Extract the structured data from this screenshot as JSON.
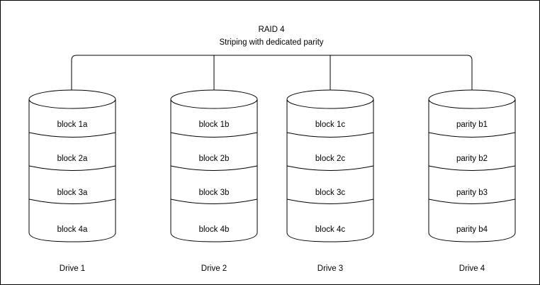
{
  "diagram": {
    "title_line1": "RAID 4",
    "title_line2": "Striping with dedicated parity",
    "border_color": "#000000",
    "stroke_color": "#000000",
    "background_color": "#ffffff",
    "drives": [
      {
        "label": "Drive 1",
        "blocks": [
          "block 1a",
          "block 2a",
          "block 3a",
          "block 4a"
        ]
      },
      {
        "label": "Drive 2",
        "blocks": [
          "block 1b",
          "block 2b",
          "block 3b",
          "block 4b"
        ]
      },
      {
        "label": "Drive 3",
        "blocks": [
          "block 1c",
          "block 2c",
          "block 3c",
          "block 4c"
        ]
      },
      {
        "label": "Drive 4",
        "blocks": [
          "parity b1",
          "parity b2",
          "parity b3",
          "parity b4"
        ]
      }
    ]
  }
}
